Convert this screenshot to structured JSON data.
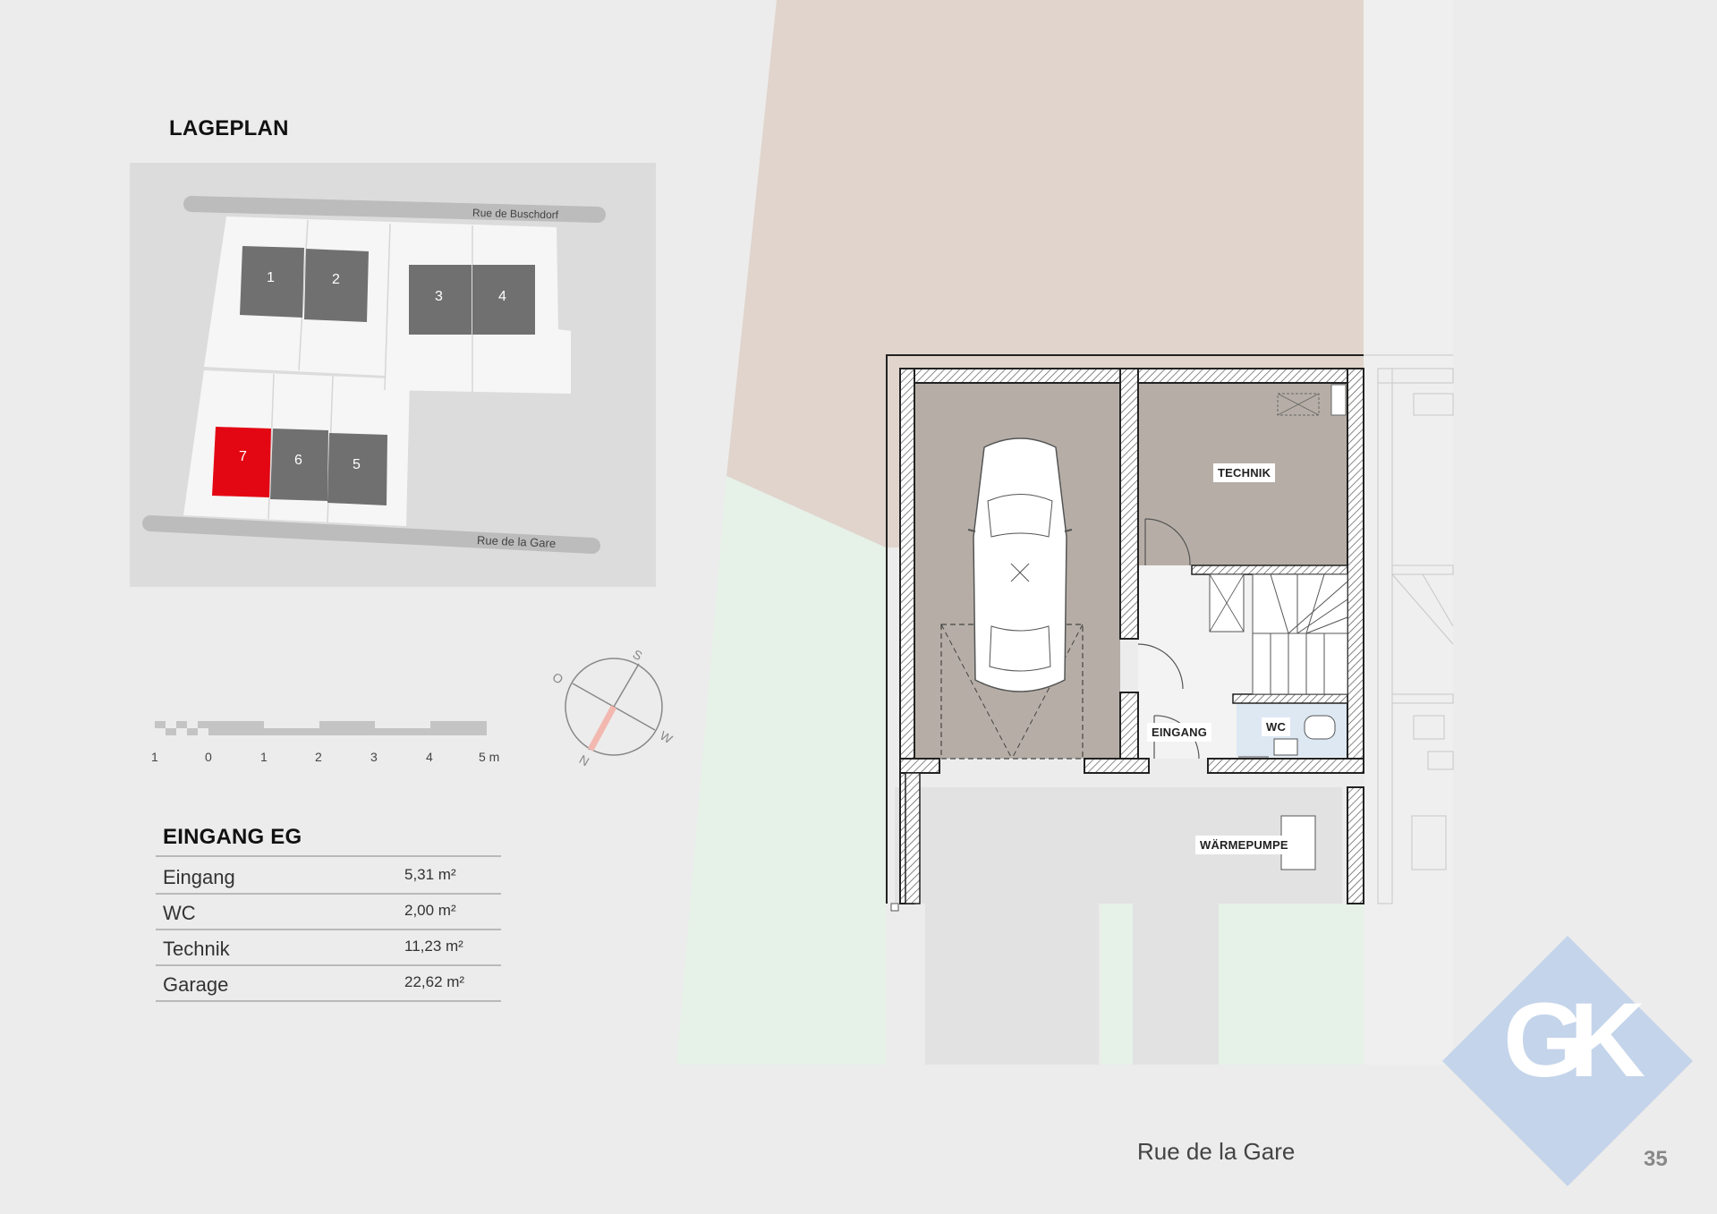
{
  "lageplan": {
    "title": "LAGEPLAN",
    "street_north": "Rue de Buschdorf",
    "street_south": "Rue de la Gare",
    "lots": [
      {
        "id": "1",
        "label": "1",
        "highlighted": false
      },
      {
        "id": "2",
        "label": "2",
        "highlighted": false
      },
      {
        "id": "3",
        "label": "3",
        "highlighted": false
      },
      {
        "id": "4",
        "label": "4",
        "highlighted": false
      },
      {
        "id": "7",
        "label": "7",
        "highlighted": true
      },
      {
        "id": "6",
        "label": "6",
        "highlighted": false
      },
      {
        "id": "5",
        "label": "5",
        "highlighted": false
      }
    ]
  },
  "scale_bar": {
    "labels": [
      "1",
      "0",
      "1",
      "2",
      "3",
      "4",
      "5 m"
    ]
  },
  "compass": {
    "labels": {
      "s": "S",
      "w": "W",
      "n": "N",
      "o": "O"
    }
  },
  "area_table": {
    "title": "EINGANG EG",
    "rows": [
      {
        "room": "Eingang",
        "area": "5,31 m²"
      },
      {
        "room": "WC",
        "area": "2,00 m²"
      },
      {
        "room": "Technik",
        "area": "11,23 m²"
      },
      {
        "room": "Garage",
        "area": "22,62 m²"
      }
    ]
  },
  "floorplan": {
    "rooms": {
      "technik": "TECHNIK",
      "eingang": "EINGANG",
      "wc": "WC",
      "waermepumpe": "WÄRMEPUMPE"
    }
  },
  "footer": {
    "street": "Rue de la Gare",
    "page_number": "35"
  },
  "colors": {
    "background": "#ececec",
    "highlight_lot": "#e30613",
    "lot_gray": "#707070",
    "room_fill": "#b6aea6",
    "logo": "#c4d4ea",
    "beige_area": "#e0d4cc",
    "green_area": "#e6f1e8"
  },
  "logo": {
    "text": "GK"
  }
}
